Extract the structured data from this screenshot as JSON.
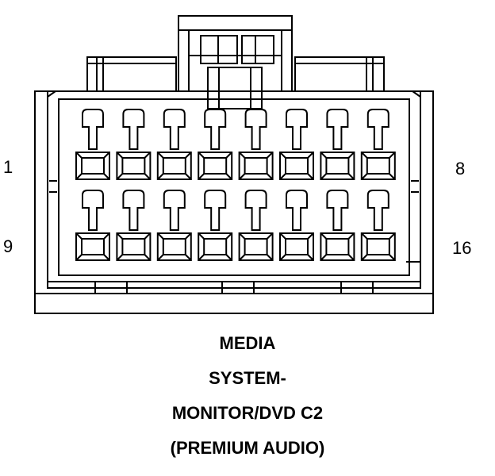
{
  "connector": {
    "pin_labels": {
      "top_left": "1",
      "top_right": "8",
      "bottom_left": "9",
      "bottom_right": "16"
    },
    "cavities_per_row": 8,
    "rows": 2
  },
  "caption": {
    "line1": "MEDIA",
    "line2": "SYSTEM-",
    "line3": "MONITOR/DVD C2",
    "line4": "(PREMIUM AUDIO)"
  },
  "colors": {
    "stroke": "#000000",
    "background": "#ffffff"
  }
}
